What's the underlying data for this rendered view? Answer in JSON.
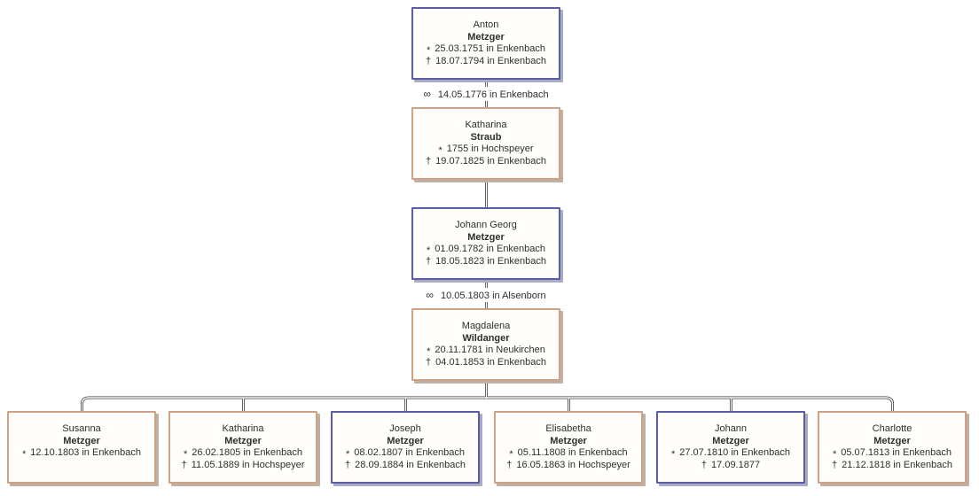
{
  "persons": {
    "anton": {
      "given": "Anton",
      "surname": "Metzger",
      "birth_symbol": "*",
      "birth": "25.03.1751 in Enkenbach",
      "death_symbol": "†",
      "death": "18.07.1794 in Enkenbach"
    },
    "katharina_straub": {
      "given": "Katharina",
      "surname": "Straub",
      "birth_symbol": "*",
      "birth": "1755 in Hochspeyer",
      "death_symbol": "†",
      "death": "19.07.1825 in Enkenbach"
    },
    "johann_georg": {
      "given": "Johann Georg",
      "surname": "Metzger",
      "birth_symbol": "*",
      "birth": "01.09.1782 in Enkenbach",
      "death_symbol": "†",
      "death": "18.05.1823 in Enkenbach"
    },
    "magdalena": {
      "given": "Magdalena",
      "surname": "Wildanger",
      "birth_symbol": "*",
      "birth": "20.11.1781 in Neukirchen",
      "death_symbol": "†",
      "death": "04.01.1853 in Enkenbach"
    },
    "susanna": {
      "given": "Susanna",
      "surname": "Metzger",
      "birth_symbol": "*",
      "birth": "12.10.1803 in Enkenbach"
    },
    "katharina": {
      "given": "Katharina",
      "surname": "Metzger",
      "birth_symbol": "*",
      "birth": "26.02.1805 in Enkenbach",
      "death_symbol": "†",
      "death": "11.05.1889 in Hochspeyer"
    },
    "joseph": {
      "given": "Joseph",
      "surname": "Metzger",
      "birth_symbol": "*",
      "birth": "08.02.1807 in Enkenbach",
      "death_symbol": "†",
      "death": "28.09.1884 in Enkenbach"
    },
    "elisabetha": {
      "given": "Elisabetha",
      "surname": "Metzger",
      "birth_symbol": "*",
      "birth": "05.11.1808 in Enkenbach",
      "death_symbol": "†",
      "death": "16.05.1863 in Hochspeyer"
    },
    "johann": {
      "given": "Johann",
      "surname": "Metzger",
      "birth_symbol": "*",
      "birth": "27.07.1810 in Enkenbach",
      "death_symbol": "†",
      "death": "17.09.1877"
    },
    "charlotte": {
      "given": "Charlotte",
      "surname": "Metzger",
      "birth_symbol": "*",
      "birth": "05.07.1813 in Enkenbach",
      "death_symbol": "†",
      "death": "21.12.1818 in Enkenbach"
    }
  },
  "marriages": {
    "m1": {
      "symbol": "∞",
      "label": "14.05.1776 in Enkenbach"
    },
    "m2": {
      "symbol": "∞",
      "label": "10.05.1803 in Alsenborn"
    }
  },
  "colors": {
    "male_border": "#5a5da5",
    "female_border": "#cfa287",
    "male_shadow": "#a9abc1",
    "female_shadow": "#bfb0a5",
    "connector_line": "#3f3f3f",
    "box_background": "#fffefb"
  }
}
